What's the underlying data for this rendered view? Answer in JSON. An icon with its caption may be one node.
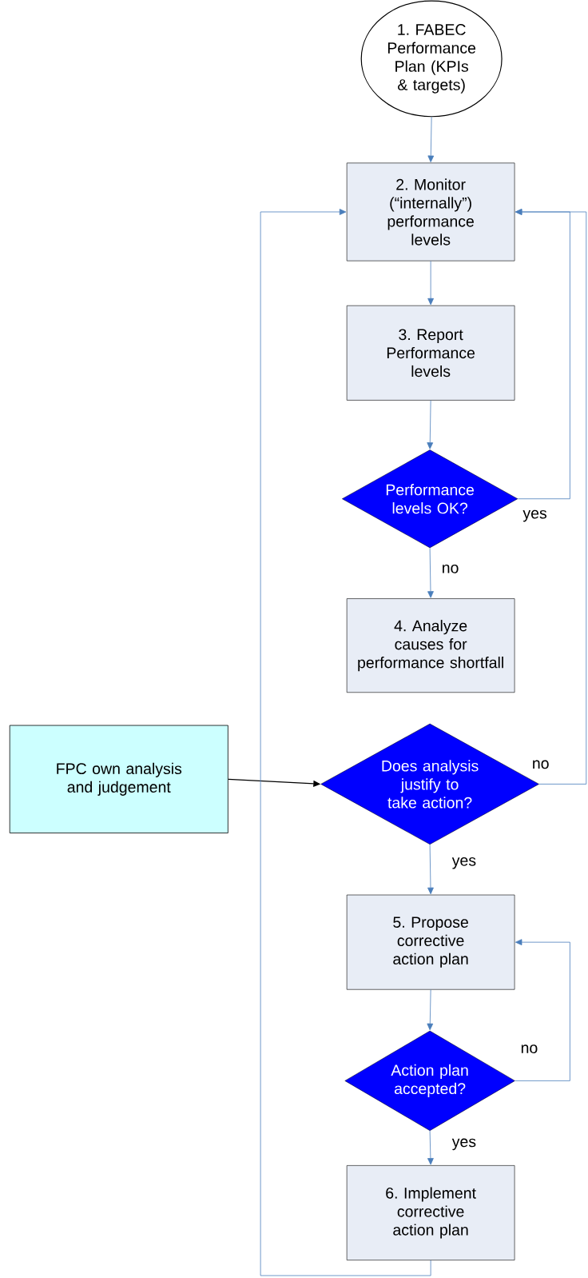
{
  "diagram": {
    "nodes": [
      {
        "text": [
          "1. FABEC Performance Plan (KPIs & targets)"
        ]
      },
      {
        "text": [
          "2. Monitor (“internally”) performance levels"
        ]
      },
      {
        "text": [
          "3. Report Performance levels"
        ]
      },
      {
        "text": [
          "Performance levels OK?"
        ]
      },
      {
        "text": [
          "4. Analyze causes for performance shortfall"
        ]
      },
      {
        "text": [
          "FPC own analysis and judgement"
        ]
      },
      {
        "text": [
          "Does analysis justify to take action?"
        ]
      },
      {
        "text": [
          "5. Propose corrective action plan"
        ]
      },
      {
        "text": [
          "Action plan accepted?"
        ]
      },
      {
        "text": [
          "6. Implement corrective action plan"
        ]
      }
    ],
    "edges": [
      {
        "from": 0,
        "to": 1,
        "arrow": "to"
      },
      {
        "from": 1,
        "to": 2,
        "arrow": "to"
      },
      {
        "from": 2,
        "to": 3,
        "arrow": "to"
      },
      {
        "from": 3,
        "to": 1,
        "arrow": "to",
        "label": "yes"
      },
      {
        "from": 3,
        "to": 4,
        "arrow": "to",
        "label": "no"
      },
      {
        "from": 5,
        "to": 6,
        "arrow": "to",
        "color": "#000000"
      },
      {
        "from": 6,
        "to": 1,
        "arrow": "to",
        "label": "no"
      },
      {
        "from": 6,
        "to": 7,
        "arrow": "to",
        "label": "yes"
      },
      {
        "from": 7,
        "to": 8,
        "arrow": "to"
      },
      {
        "from": 8,
        "to": 7,
        "arrow": "to",
        "label": "no"
      },
      {
        "from": 8,
        "to": 9,
        "arrow": "to",
        "label": "yes"
      },
      {
        "from": 9,
        "to": 1,
        "arrow": "to"
      }
    ]
  }
}
